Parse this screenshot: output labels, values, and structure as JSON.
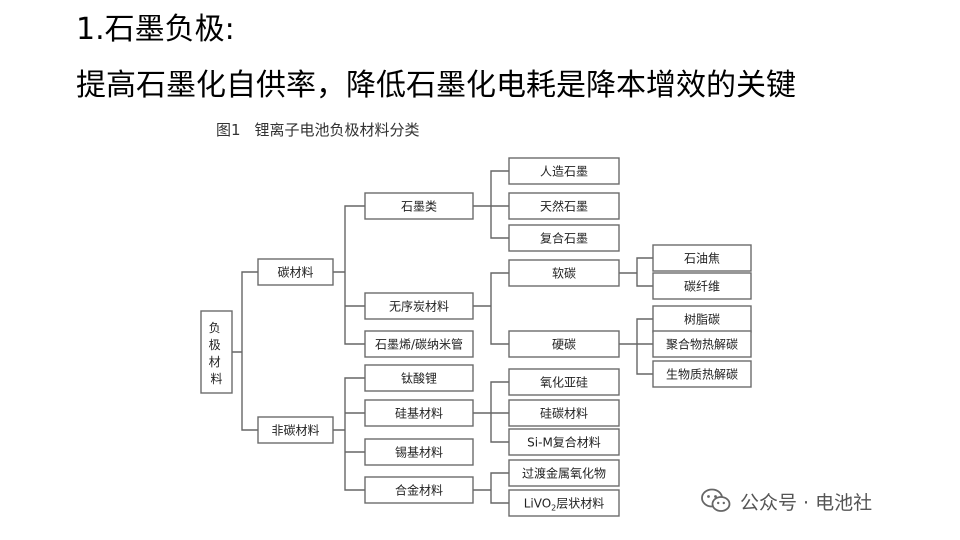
{
  "slide": {
    "heading": "1.石墨负极:",
    "subtitle": "提高石墨化自供率，降低石墨化电耗是降本增效的关键"
  },
  "figure": {
    "label": "图1",
    "title": "锂离子电池负极材料分类"
  },
  "tree": {
    "root": "负极材料",
    "nodes": {
      "carbon": "碳材料",
      "noncarbon": "非碳材料",
      "graphite": "石墨类",
      "amorphous": "无序炭材料",
      "graphene": "石墨烯/碳纳米管",
      "artificial": "人造石墨",
      "natural": "天然石墨",
      "composite": "复合石墨",
      "soft": "软碳",
      "hard": "硬碳",
      "coke": "石油焦",
      "fiber": "碳纤维",
      "resin": "树脂碳",
      "polymer": "聚合物热解碳",
      "biomass": "生物质热解碳",
      "lto": "钛酸锂",
      "silicon": "硅基材料",
      "tin": "锡基材料",
      "alloy": "合金材料",
      "sio": "氧化亚硅",
      "sic": "硅碳材料",
      "sim": "Si-M复合材料",
      "tmo": "过渡金属氧化物",
      "livo_base": "LiVO",
      "livo_sub": "2",
      "livo_rest": "层状材料"
    }
  },
  "watermark": {
    "icon": "wechat-icon",
    "text": "公众号 · 电池社"
  }
}
